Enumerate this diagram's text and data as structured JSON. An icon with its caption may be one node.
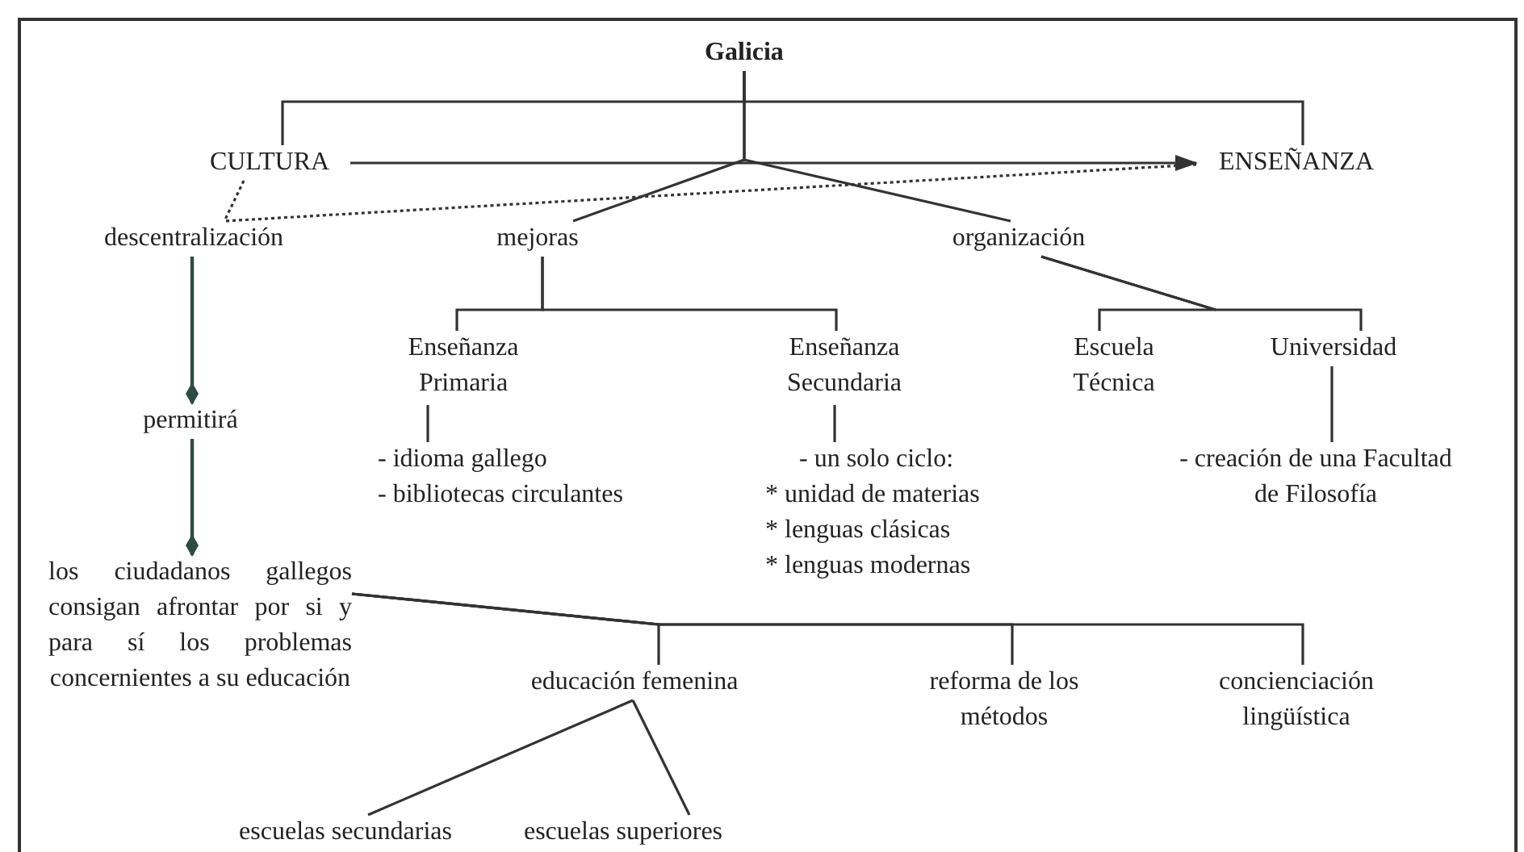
{
  "diagram": {
    "nodes": [
      {
        "text": [
          "Galicia"
        ]
      },
      {
        "text": [
          "CULTURA"
        ]
      },
      {
        "text": [
          "ENSEÑANZA"
        ]
      },
      {
        "text": [
          "descentralización"
        ]
      },
      {
        "text": [
          "mejoras"
        ]
      },
      {
        "text": [
          "organización"
        ]
      },
      {
        "text": [
          "Enseñanza Primaria"
        ]
      },
      {
        "text": [
          "Enseñanza Secundaria"
        ]
      },
      {
        "text": [
          "Escuela Técnica"
        ]
      },
      {
        "text": [
          "Universidad"
        ]
      },
      {
        "text": [
          "- idioma gallego",
          "- bibliotecas circulantes"
        ]
      },
      {
        "text": [
          "- un solo ciclo:",
          "* unidad de materias",
          "* lenguas clásicas",
          "* lenguas modernas"
        ]
      },
      {
        "text": [
          "- creación de una Facultad de Filosofía"
        ]
      },
      {
        "text": [
          "permitirá"
        ]
      },
      {
        "text": [
          "los ciudadanos gallegos consigan afrontar por si y para sí los problemas concernientes a su educación"
        ]
      },
      {
        "text": [
          "educación femenina"
        ]
      },
      {
        "text": [
          "reforma de los métodos"
        ]
      },
      {
        "text": [
          "concienciación lingüística"
        ]
      },
      {
        "text": [
          "escuelas secundarias"
        ]
      },
      {
        "text": [
          "escuelas superiores"
        ]
      }
    ],
    "edges": [
      {
        "from": 0,
        "to": 1,
        "arrow": "none"
      },
      {
        "from": 0,
        "to": 2,
        "arrow": "none"
      },
      {
        "from": 1,
        "to": 2,
        "arrow": "to"
      },
      {
        "from": 0,
        "to": 4,
        "arrow": "none"
      },
      {
        "from": 0,
        "to": 5,
        "arrow": "none"
      },
      {
        "from": 1,
        "to": 3,
        "arrow": "none",
        "style": "dashed"
      },
      {
        "from": 2,
        "to": 3,
        "arrow": "none",
        "style": "dashed"
      },
      {
        "from": 3,
        "to": 13,
        "arrow": "other"
      },
      {
        "from": 13,
        "to": 14,
        "arrow": "other"
      },
      {
        "from": 4,
        "to": 6,
        "arrow": "none"
      },
      {
        "from": 4,
        "to": 7,
        "arrow": "none"
      },
      {
        "from": 5,
        "to": 8,
        "arrow": "none"
      },
      {
        "from": 5,
        "to": 9,
        "arrow": "none"
      },
      {
        "from": 6,
        "to": 10,
        "arrow": "none"
      },
      {
        "from": 7,
        "to": 11,
        "arrow": "none"
      },
      {
        "from": 9,
        "to": 12,
        "arrow": "none"
      },
      {
        "from": 14,
        "to": 15,
        "arrow": "none"
      },
      {
        "from": 14,
        "to": 16,
        "arrow": "none"
      },
      {
        "from": 14,
        "to": 17,
        "arrow": "none"
      },
      {
        "from": 15,
        "to": 18,
        "arrow": "none"
      },
      {
        "from": 15,
        "to": 19,
        "arrow": "none"
      }
    ]
  }
}
